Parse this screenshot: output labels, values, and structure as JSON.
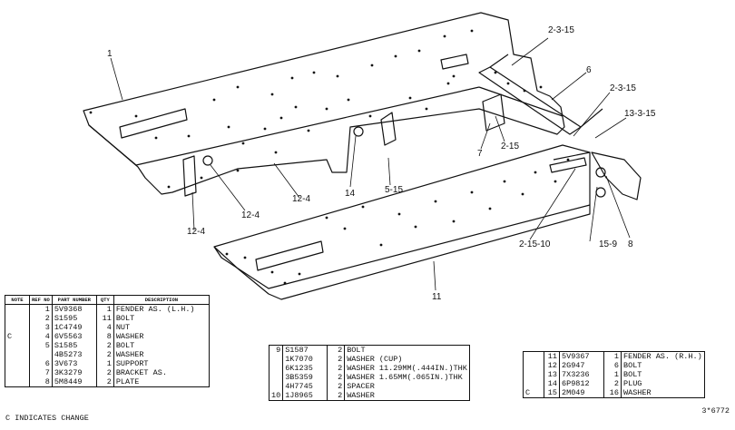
{
  "callouts": [
    "1",
    "2-3-15",
    "6",
    "2-3-15",
    "13-3-15",
    "7",
    "2-15",
    "12-4",
    "12-4",
    "12-4",
    "14",
    "5-15",
    "2-15-10",
    "15-9",
    "8",
    "11"
  ],
  "table_left": {
    "headers": [
      "NOTE",
      "REF NO",
      "PART NUMBER",
      "QTY",
      "DESCRIPTION"
    ],
    "rows": [
      {
        "note": "",
        "ref": "1",
        "part": "5V9368",
        "qty": "1",
        "desc": "FENDER AS. (L.H.)"
      },
      {
        "note": "",
        "ref": "2",
        "part": "S1595",
        "qty": "11",
        "desc": "BOLT"
      },
      {
        "note": "",
        "ref": "3",
        "part": "1C4749",
        "qty": "4",
        "desc": "NUT"
      },
      {
        "note": "C",
        "ref": "4",
        "part": "6V5563",
        "qty": "8",
        "desc": "WASHER"
      },
      {
        "note": "",
        "ref": "5",
        "part": "S1585",
        "qty": "2",
        "desc": "BOLT"
      },
      {
        "note": "",
        "ref": "",
        "part": "4B5273",
        "qty": "2",
        "desc": "WASHER"
      },
      {
        "note": "",
        "ref": "6",
        "part": "3V673",
        "qty": "1",
        "desc": "SUPPORT"
      },
      {
        "note": "",
        "ref": "7",
        "part": "3K3279",
        "qty": "2",
        "desc": "BRACKET AS."
      },
      {
        "note": "",
        "ref": "8",
        "part": "5M8449",
        "qty": "2",
        "desc": "PLATE"
      }
    ]
  },
  "table_mid": {
    "rows": [
      {
        "ref": "9",
        "part": "S1587",
        "qty": "2",
        "desc": "BOLT"
      },
      {
        "ref": "",
        "part": "1K7070",
        "qty": "2",
        "desc": "WASHER (CUP)"
      },
      {
        "ref": "",
        "part": "6K1235",
        "qty": "2",
        "desc": "WASHER 11.29MM(.444IN.)THK"
      },
      {
        "ref": "",
        "part": "3B5359",
        "qty": "2",
        "desc": "WASHER 1.65MM(.065IN.)THK"
      },
      {
        "ref": "",
        "part": "4H7745",
        "qty": "2",
        "desc": "SPACER"
      },
      {
        "ref": "10",
        "part": "1J8965",
        "qty": "2",
        "desc": "WASHER"
      }
    ]
  },
  "table_right": {
    "rows": [
      {
        "note": "",
        "ref": "11",
        "part": "5V9367",
        "qty": "1",
        "desc": "FENDER AS. (R.H.)"
      },
      {
        "note": "",
        "ref": "12",
        "part": "2G947",
        "qty": "6",
        "desc": "BOLT"
      },
      {
        "note": "",
        "ref": "13",
        "part": "7X3236",
        "qty": "1",
        "desc": "BOLT"
      },
      {
        "note": "",
        "ref": "14",
        "part": "6P9812",
        "qty": "2",
        "desc": "PLUG"
      },
      {
        "note": "C",
        "ref": "15",
        "part": "2M049",
        "qty": "16",
        "desc": "WASHER"
      }
    ]
  },
  "footnote": "C  INDICATES CHANGE",
  "figure_number": "3*6772"
}
